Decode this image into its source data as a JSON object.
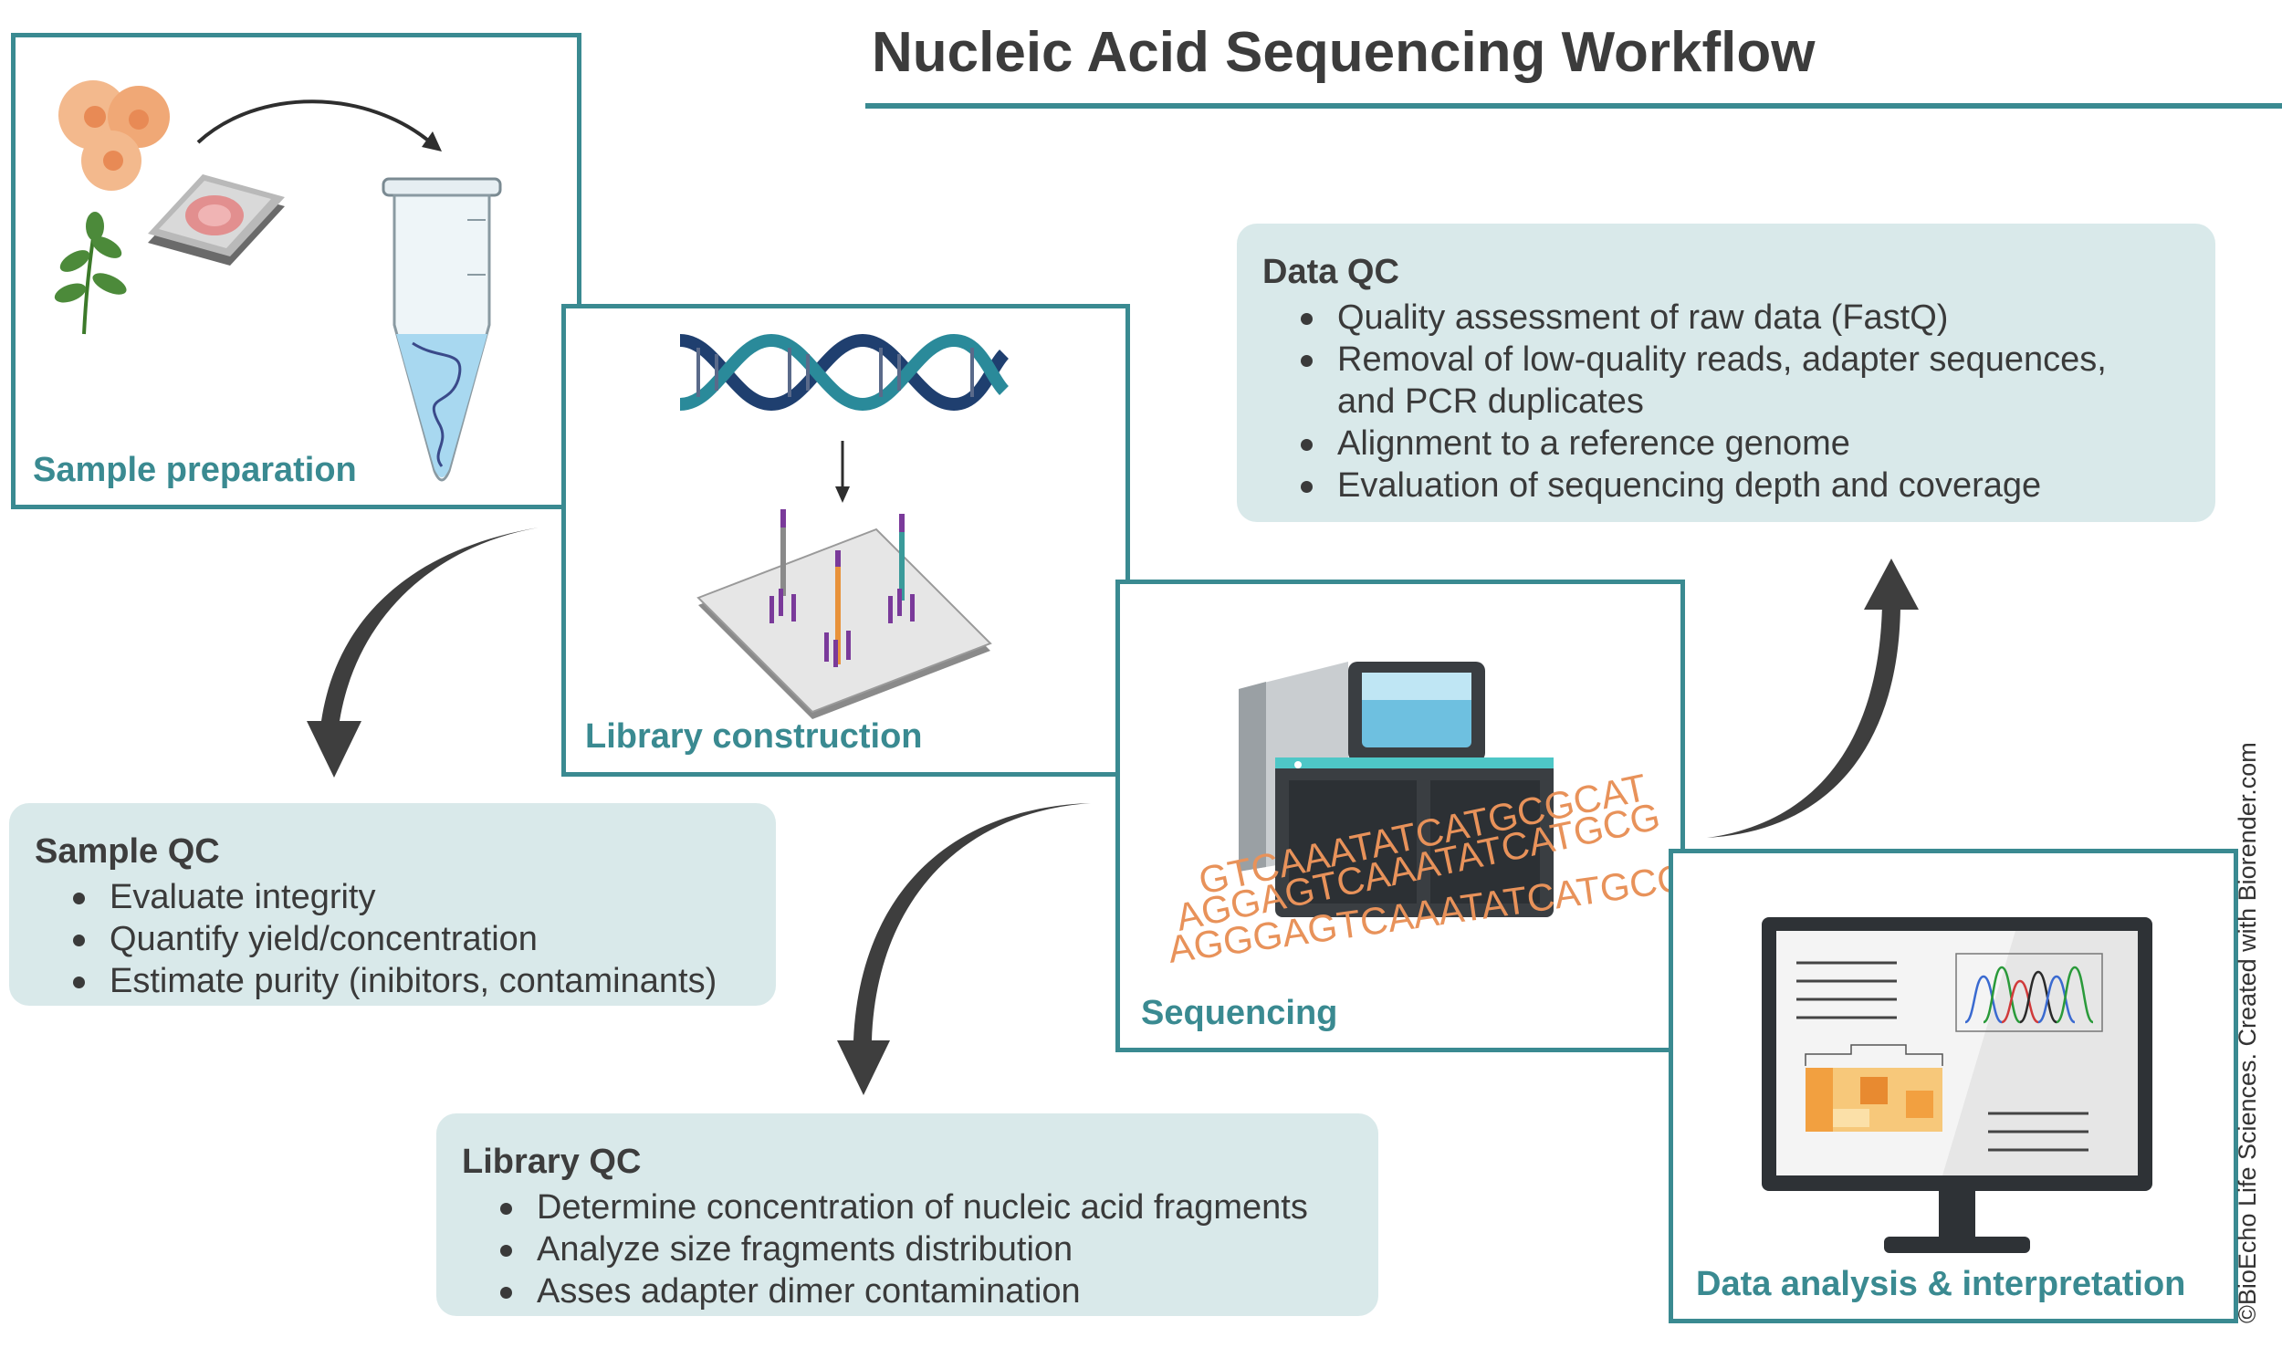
{
  "title": "Nucleic Acid Sequencing Workflow",
  "stages": {
    "sample_preparation": "Sample preparation",
    "library_construction": "Library construction",
    "sequencing": "Sequencing",
    "data_analysis": "Data analysis & interpretation"
  },
  "sample_qc": {
    "title": "Sample QC",
    "items": [
      "Evaluate integrity",
      "Quantify yield/concentration",
      "Estimate purity (inibitors, contaminants)"
    ]
  },
  "library_qc": {
    "title": "Library QC",
    "items": [
      "Determine concentration of nucleic acid fragments",
      "Analyze size fragments distribution",
      "Asses adapter dimer contamination"
    ]
  },
  "data_qc": {
    "title": "Data QC",
    "items": [
      "Quality assessment of raw data (FastQ)",
      "Removal of low-quality reads, adapter sequences, and PCR duplicates",
      "Alignment to a reference genome",
      "Evaluation of sequencing depth and coverage"
    ]
  },
  "sequence_text": {
    "line1": "GTCAAATATCATGCGCAT",
    "line2": "AGGAGTCAAATATCATGCG",
    "line3": "AGGGAGTCAAATATCATGCGCAT"
  },
  "credit": "©BioEcho Life Sciences. Created with Biorender.com",
  "colors": {
    "accent": "#3a8a91",
    "qc_fill": "#d9e9ea",
    "arrow": "#3e3e3e",
    "sequence": "#e8925a"
  },
  "icons": [
    "cells-icon",
    "plant-icon",
    "tissue-slide-icon",
    "microtube-icon",
    "dna-helix-icon",
    "flow-cell-icon",
    "sequencer-icon",
    "monitor-icon"
  ]
}
